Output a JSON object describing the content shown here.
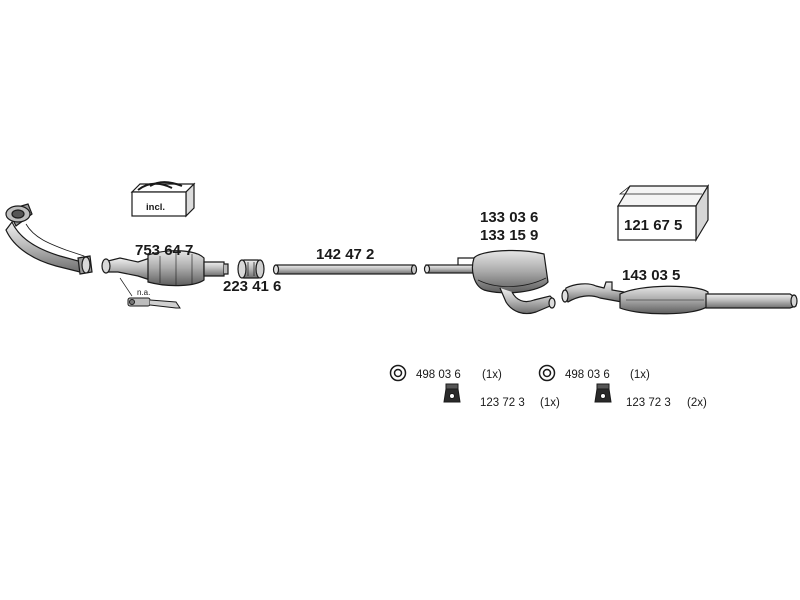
{
  "parts": {
    "front_pipe": "753 64 7",
    "clamp": "223 41 6",
    "mid_pipe": "142 47 2",
    "center_silencer_a": "133 03 6",
    "center_silencer_b": "133 15 9",
    "rear_silencer": "143 03 5",
    "mounting_kit": "121 67 5",
    "kit_incl_label": "incl.",
    "sensor_na": "n.a."
  },
  "hardware": [
    {
      "code": "498 03 6",
      "qty": "(1x)"
    },
    {
      "code": "123 72 3",
      "qty": "(1x)"
    },
    {
      "code": "498 03 6",
      "qty": "(1x)"
    },
    {
      "code": "123 72 3",
      "qty": "(2x)"
    }
  ],
  "colors": {
    "ink": "#1a1a1a",
    "metal_light": "#d0d0d0",
    "metal_mid": "#a8a8a8",
    "metal_dark": "#6e6e6e"
  }
}
